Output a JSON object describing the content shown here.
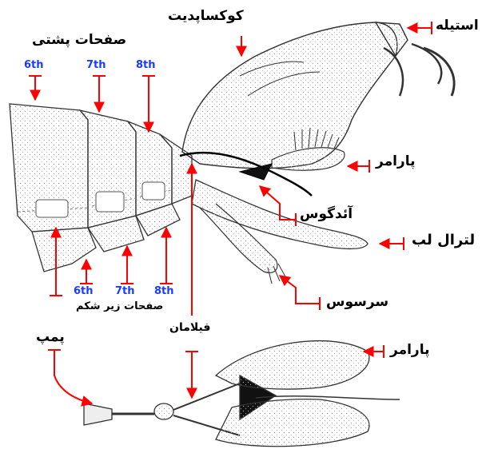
{
  "labels": {
    "tergites": "صفحات پشتی",
    "coxopodite": "کوکساپدیت",
    "stylus": "استیله",
    "paramere_top": "پارامر",
    "aedeagus": "آئدگوس",
    "lateral_lobe": "لترال لب",
    "cerci": "سرسوس",
    "sternites": "صفحات زیر شکم",
    "pump": "پمپ",
    "phallomere": "فیلامان",
    "paramere_bottom": "پارامر"
  },
  "segments": {
    "top": [
      "6th",
      "7th",
      "8th"
    ],
    "bottom": [
      "6th",
      "7th",
      "8th"
    ]
  },
  "colors": {
    "arrow": "#ff0000",
    "segment_text": "#1a3cff",
    "outline": "#333333"
  }
}
